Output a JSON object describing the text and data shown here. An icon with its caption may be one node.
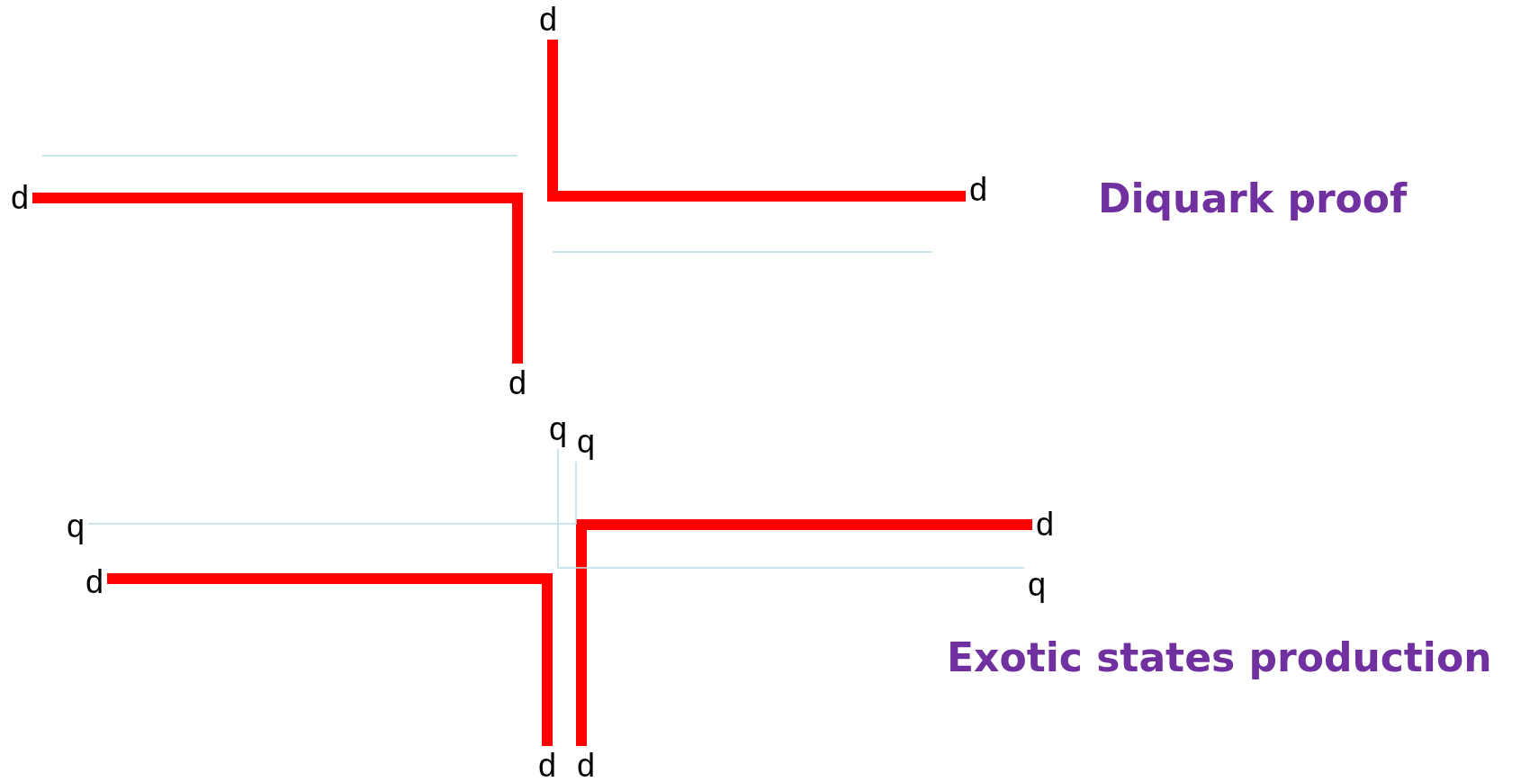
{
  "diagram": {
    "nodes": [
      {
        "text": [
          "d"
        ]
      },
      {
        "text": [
          "d"
        ]
      },
      {
        "text": [
          "d"
        ]
      },
      {
        "text": [
          "d"
        ]
      },
      {
        "text": [
          "q"
        ]
      },
      {
        "text": [
          "q"
        ]
      },
      {
        "text": [
          "d"
        ]
      },
      {
        "text": [
          "q"
        ]
      },
      {
        "text": [
          "d"
        ]
      },
      {
        "text": [
          "q"
        ]
      },
      {
        "text": [
          "d"
        ]
      },
      {
        "text": [
          "d"
        ]
      }
    ],
    "edges": [
      {
        "from": 1,
        "to": 3,
        "arrow": "none"
      },
      {
        "from": 0,
        "to": 2,
        "arrow": "none"
      },
      {
        "from": 8,
        "to": 10,
        "arrow": "none"
      },
      {
        "from": 6,
        "to": 11,
        "arrow": "none"
      },
      {
        "from": 7,
        "to": 5,
        "arrow": "none",
        "color": "#b9dde6"
      },
      {
        "from": 4,
        "to": 9,
        "arrow": "none",
        "color": "#b9dde6"
      }
    ],
    "labels": [
      "Diquark proof",
      "Exotic states production"
    ]
  }
}
